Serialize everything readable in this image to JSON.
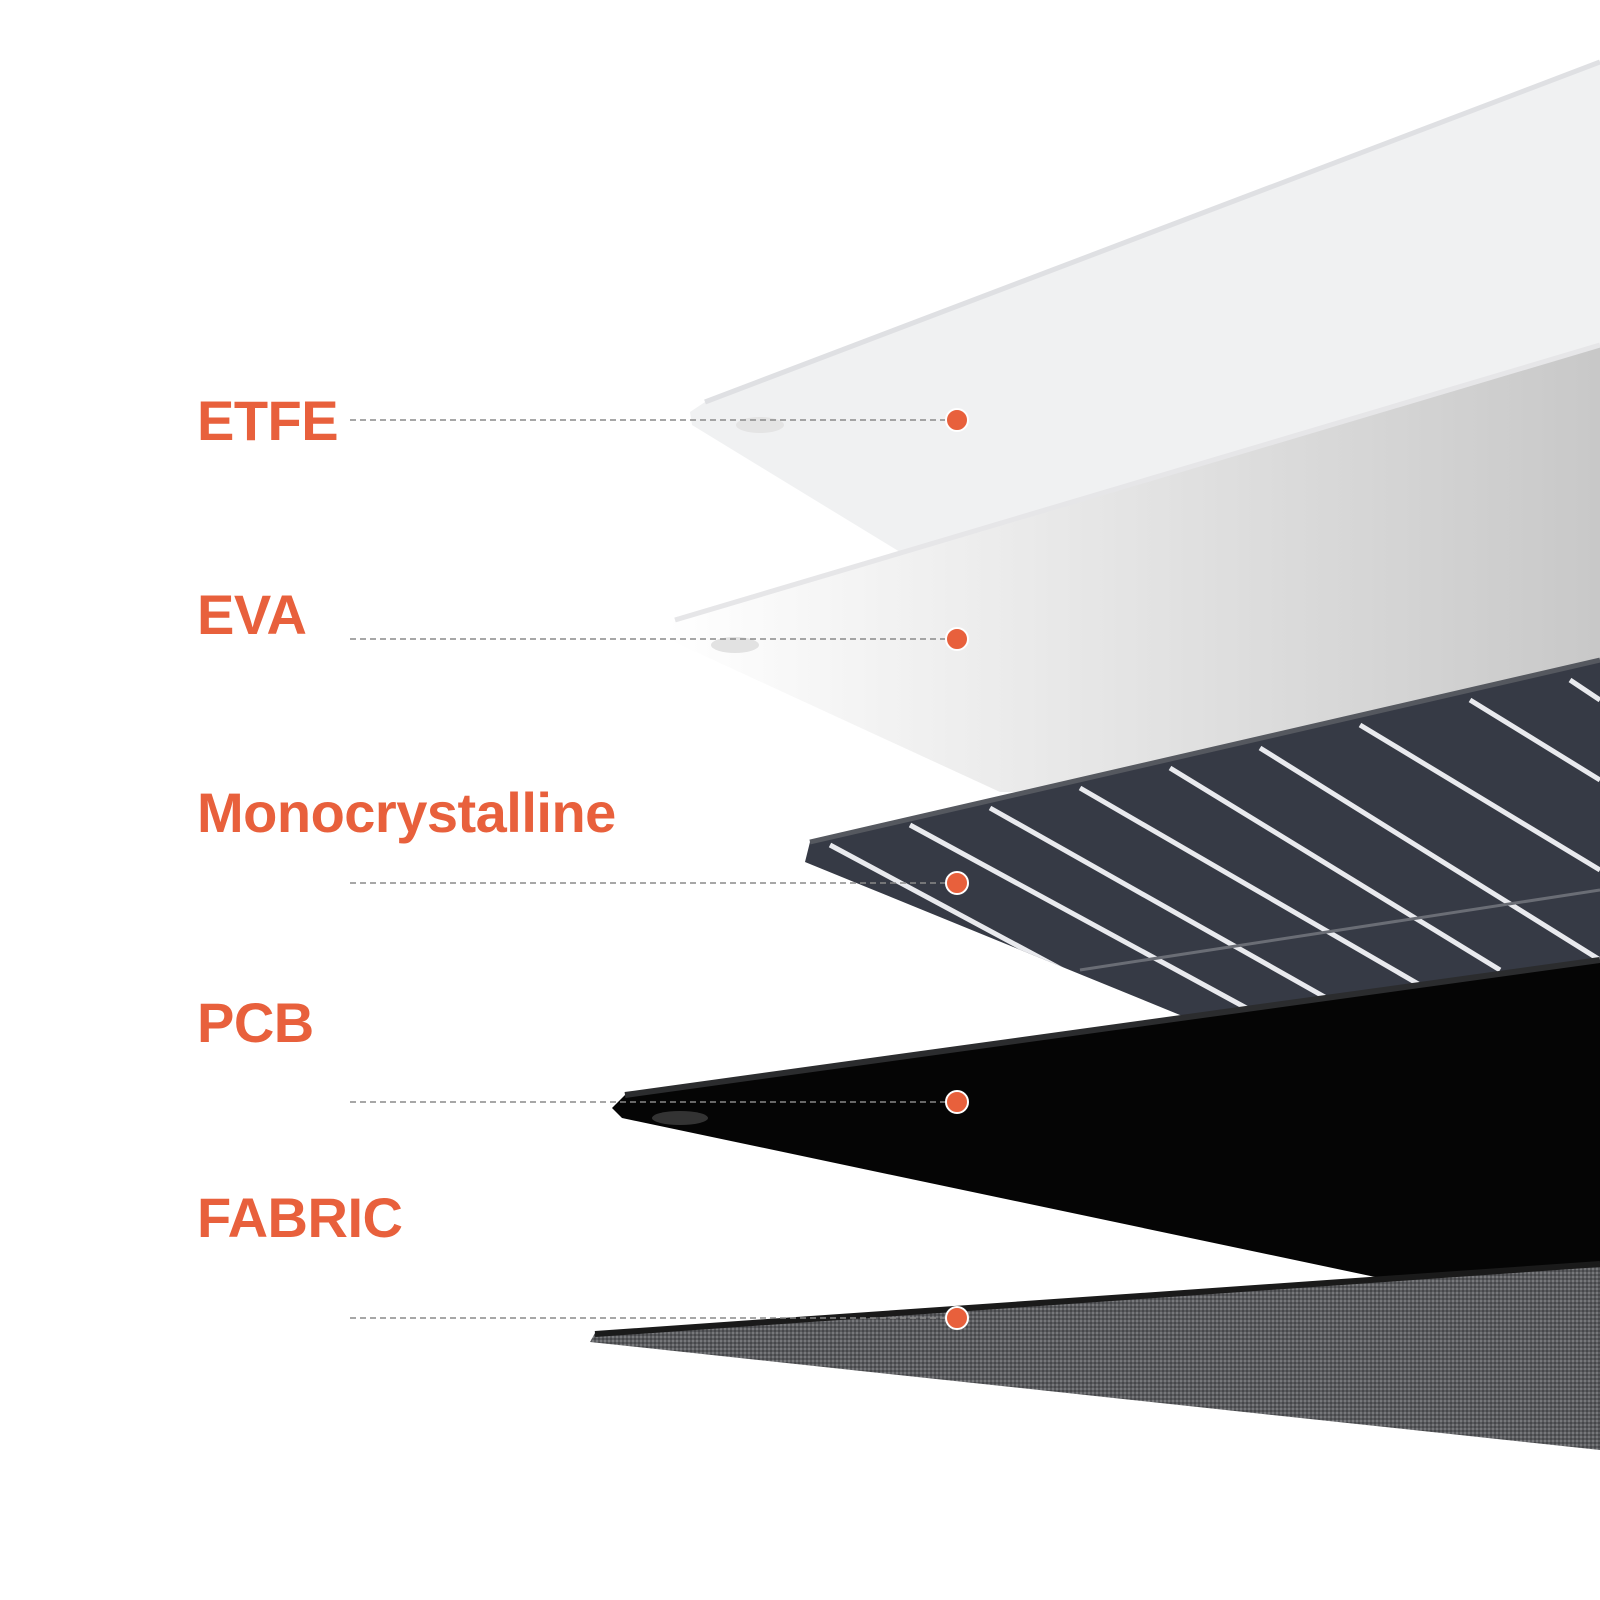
{
  "accent_color": "#E8603C",
  "layers": [
    {
      "label": "ETFE"
    },
    {
      "label": "EVA"
    },
    {
      "label": "Monocrystalline"
    },
    {
      "label": "PCB"
    },
    {
      "label": "FABRIC"
    }
  ]
}
